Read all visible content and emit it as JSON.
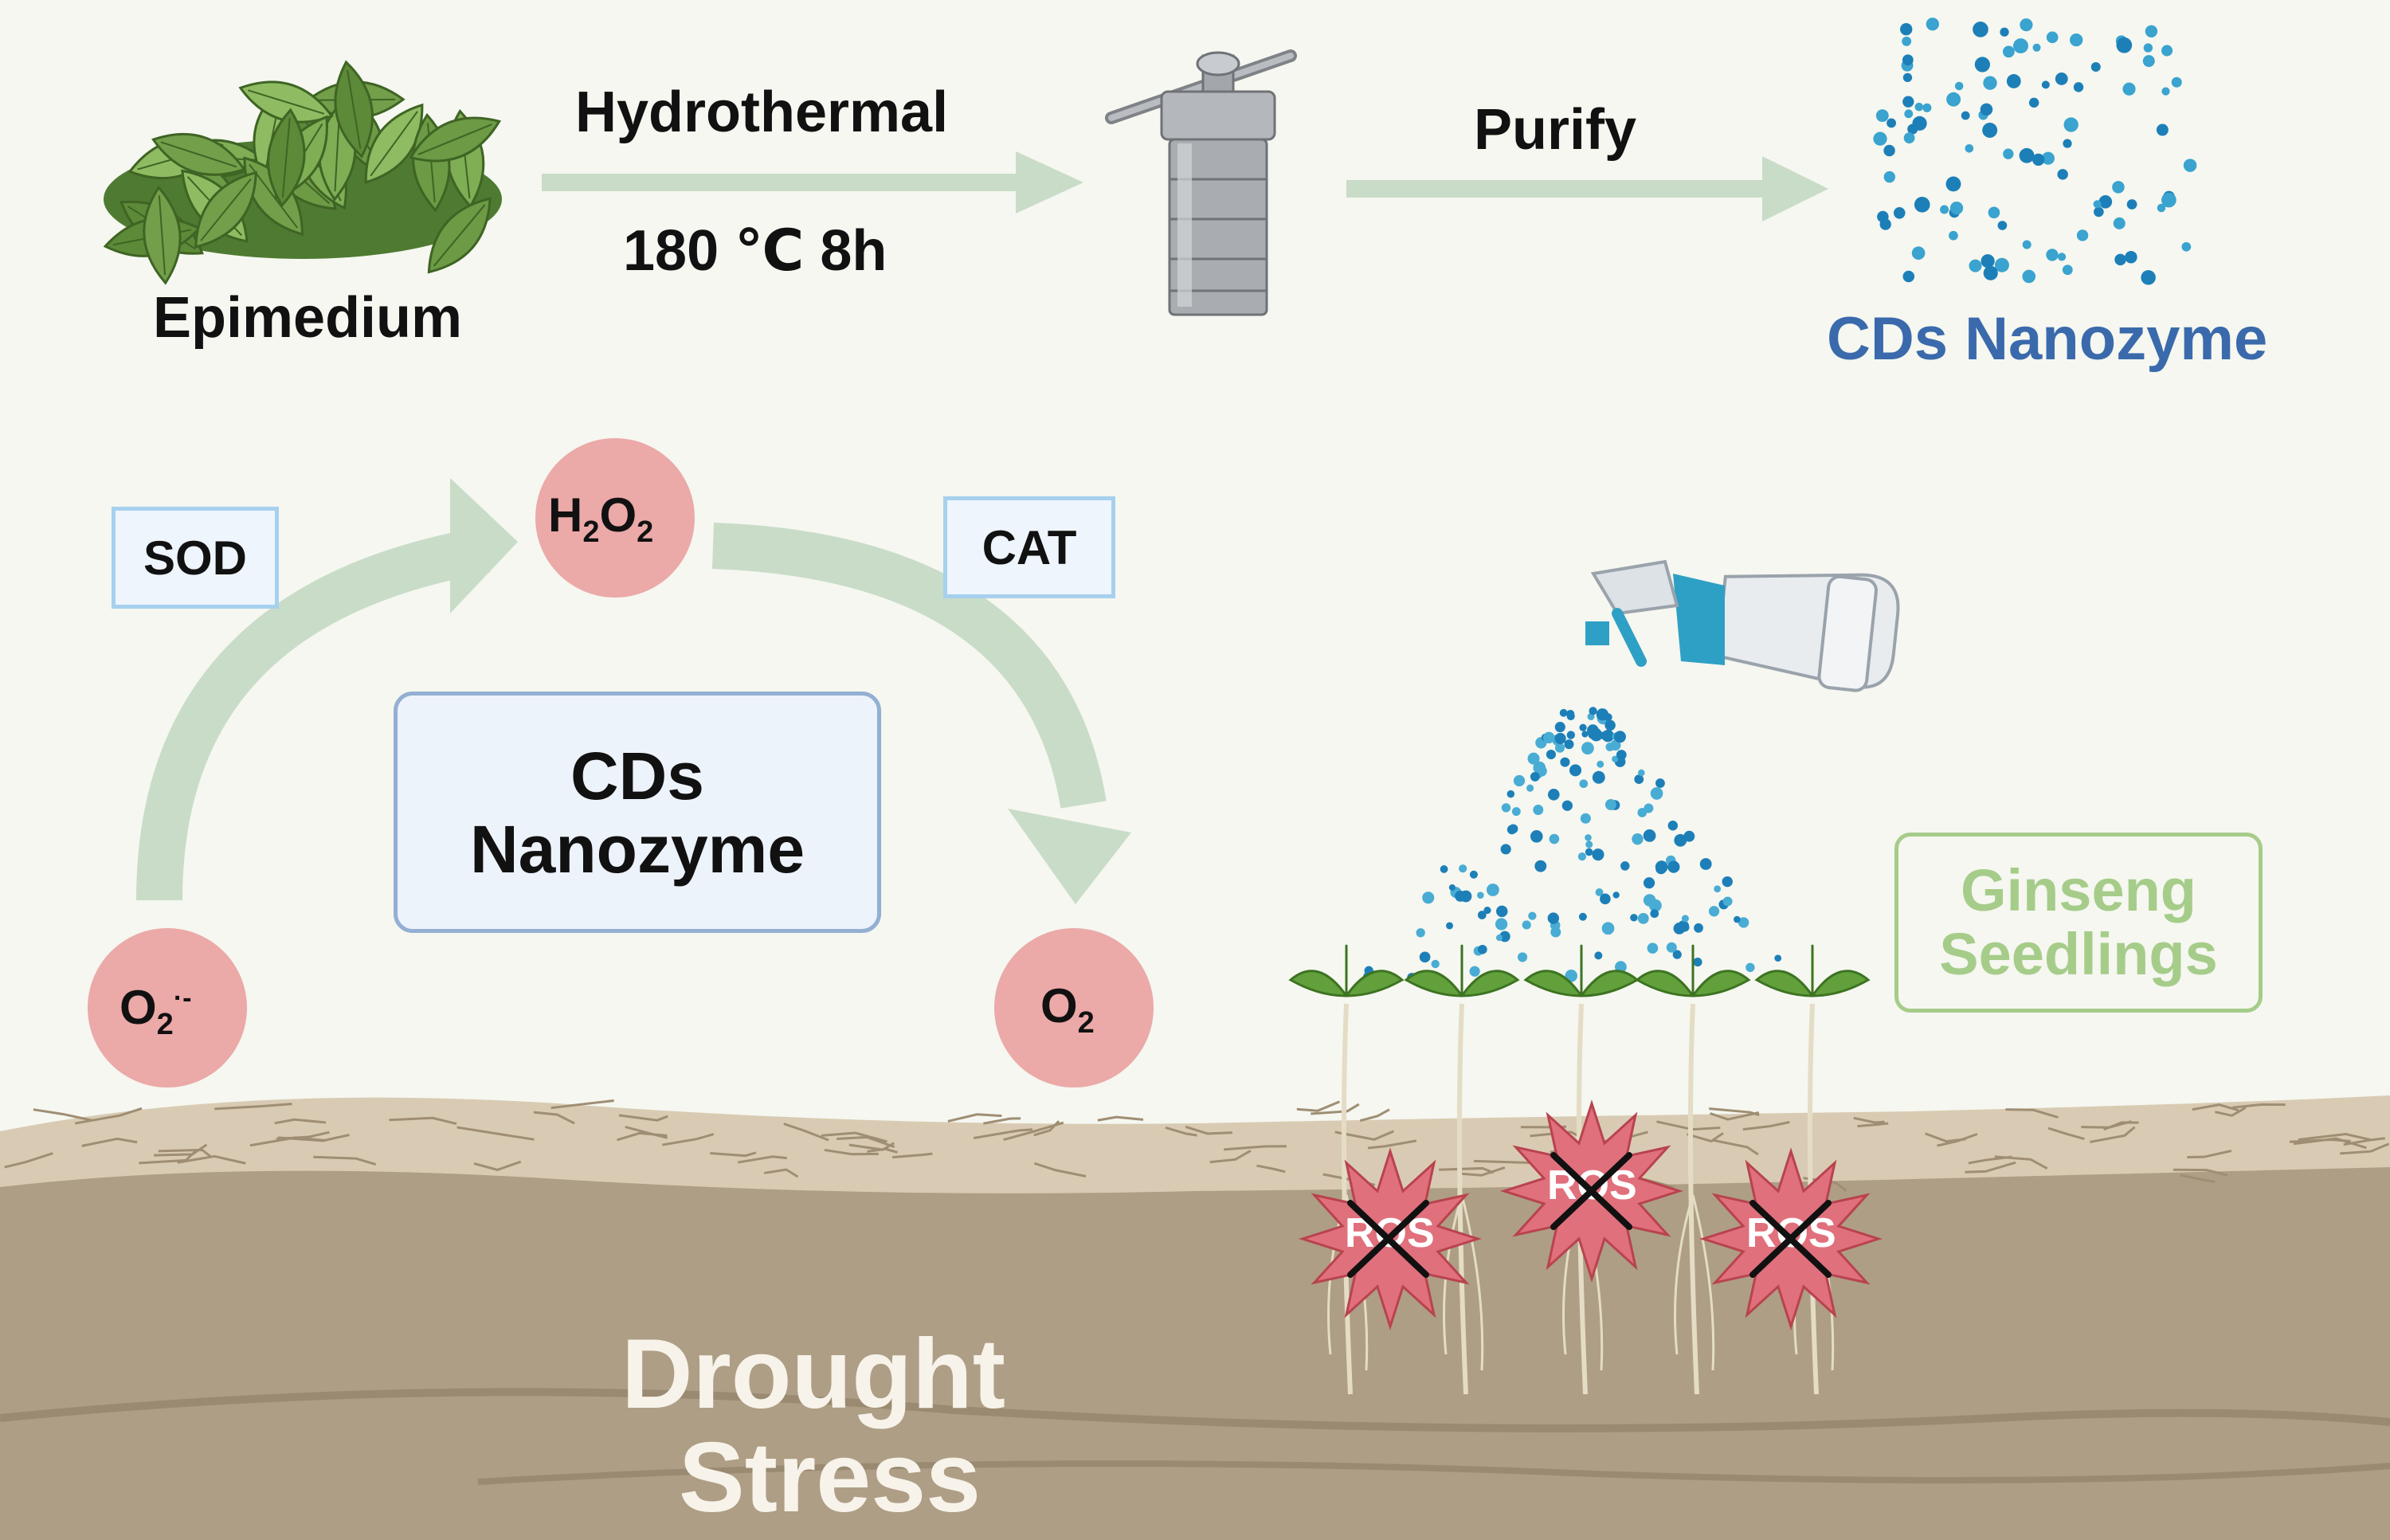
{
  "synthesis": {
    "source": "Epimedium",
    "step1_method": "Hydrothermal",
    "step1_conditions": "180 ℃  8h",
    "step2": "Purify",
    "product": "CDs Nanozyme"
  },
  "cycle": {
    "enzyme1": "SOD",
    "enzyme2": "CAT",
    "center_line1": "CDs",
    "center_line2": "Nanozyme",
    "superoxide": {
      "base": "O",
      "sub": "2",
      "sup": "·-"
    },
    "peroxide": {
      "a": "H",
      "a_sub": "2",
      "b": "O",
      "b_sub": "2"
    },
    "oxygen": {
      "base": "O",
      "sub": "2"
    }
  },
  "plants": {
    "label_line1": "Ginseng",
    "label_line2": "Seedlings",
    "ros_label": "ROS"
  },
  "soil": {
    "line1": "Drought",
    "line2": "Stress"
  },
  "colors": {
    "arrow": "#c9dcc8",
    "molecule": "#eba9a8",
    "enzyme_box_border": "#a7d0ee",
    "center_box_border": "#93afd2",
    "center_box_fill": "#edf3fb",
    "nanozyme_text": "#3a6aac",
    "seedlings_text": "#a6cc8a",
    "ros_burst": "#e0707c",
    "soil": "#ae9e85"
  }
}
